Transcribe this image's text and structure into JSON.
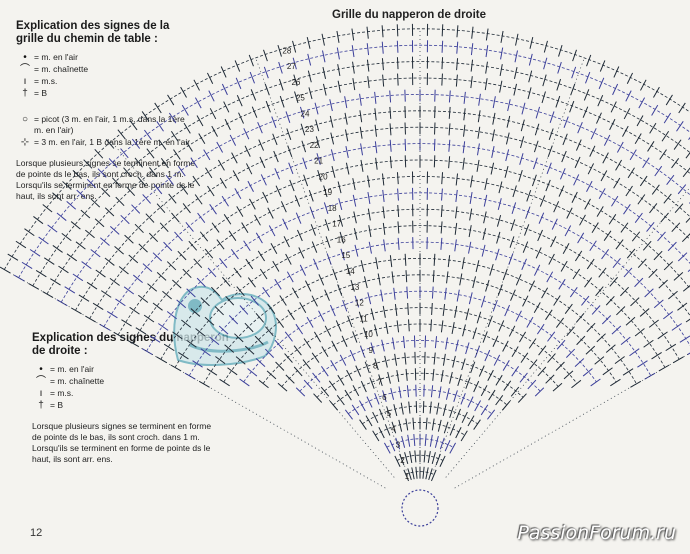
{
  "page": {
    "number": "12",
    "watermark": "PassionForum.ru"
  },
  "diagram": {
    "title": "Grille du napperon de droite",
    "row_numbers": [
      "1",
      "2",
      "3",
      "4",
      "5",
      "6",
      "7",
      "8",
      "9",
      "10",
      "11",
      "12",
      "13",
      "14",
      "15",
      "16",
      "17",
      "18",
      "19",
      "20",
      "21",
      "22",
      "23",
      "24",
      "25",
      "26",
      "27",
      "28"
    ],
    "colors": {
      "dark_stitch": "#1f2a36",
      "blue_stitch": "#3b3f9a",
      "accent_blue": "#5aa8b8"
    }
  },
  "legend_left": {
    "title": "Explication des signes de la grille du chemin de table  :",
    "items": [
      {
        "icon": "dot-icon",
        "glyph": "•",
        "text": "= m. en l'air"
      },
      {
        "icon": "arc-icon",
        "glyph": "⌒",
        "text": "= m. chaînette"
      },
      {
        "icon": "bar-icon",
        "glyph": "ı",
        "text": "= m.s."
      },
      {
        "icon": "cross-icon",
        "glyph": "†",
        "text": "= B"
      },
      {
        "icon": "picot-icon",
        "glyph": "○",
        "text": "= picot (3 m. en l'air, 1 m.s. dans la 1ère m. en l'air)"
      },
      {
        "icon": "crossed-bar-icon",
        "glyph": "⊹",
        "text": "= 3 m. en l'air, 1 B dans la 1ère m. en l'air"
      }
    ],
    "note": "Lorsque plusieurs signes se terminent en forme de pointe ds le bas, ils sont croch. dans 1 m. Lorsqu'ils se terminent en forme de pointe ds le haut, ils sont arr. ens."
  },
  "legend_right": {
    "title": "Explication des signes du napperon de droite  :",
    "items": [
      {
        "icon": "dot-icon",
        "glyph": "•",
        "text": "= m. en l'air"
      },
      {
        "icon": "arc-icon",
        "glyph": "⌒",
        "text": "= m. chaînette"
      },
      {
        "icon": "bar-icon",
        "glyph": "ı",
        "text": "= m.s."
      },
      {
        "icon": "cross-icon",
        "glyph": "†",
        "text": "= B"
      }
    ],
    "note": "Lorsque plusieurs signes se terminent en forme de pointe ds le bas, ils sont croch. dans 1 m. Lorsqu'ils se terminent en forme de pointe ds le haut, ils sont arr. ens."
  }
}
